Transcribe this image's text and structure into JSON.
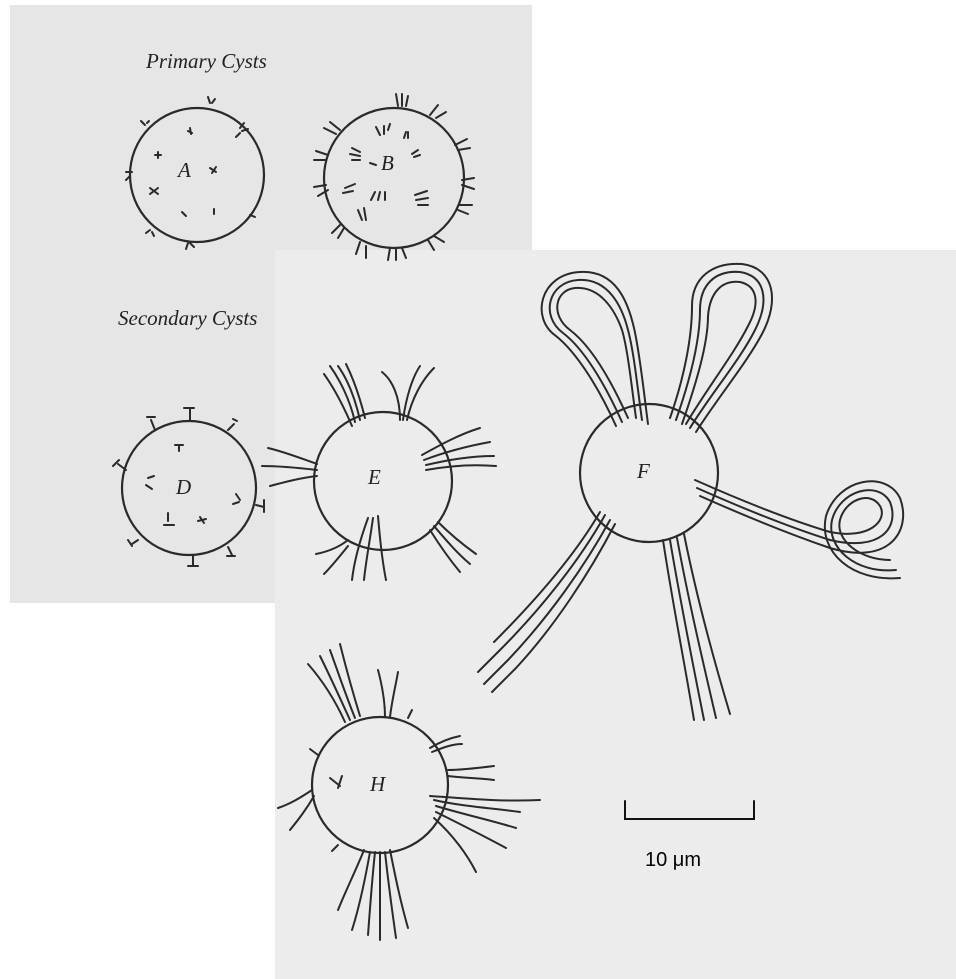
{
  "headings": {
    "primary": "Primary Cysts",
    "secondary": "Secondary Cysts"
  },
  "cysts": {
    "A": "A",
    "B": "B",
    "D": "D",
    "E": "E",
    "F": "F",
    "H": "H"
  },
  "scale_bar": {
    "label": "10 μm"
  }
}
